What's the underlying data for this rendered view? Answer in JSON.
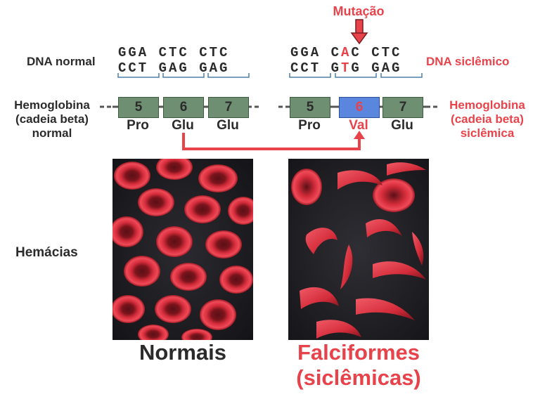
{
  "mutation_label": "Mutação",
  "dna_normal_label": "DNA normal",
  "dna_sickle_label": "DNA siclêmico",
  "normal_dna": {
    "top": "GGA CTC CTC",
    "bottom": "CCT GAG GAG"
  },
  "sickle_dna": {
    "top_pre": "GGA C",
    "top_mut": "A",
    "top_post": "C CTC",
    "bottom_pre": "CCT G",
    "bottom_mut": "T",
    "bottom_post": "G GAG"
  },
  "hb_normal_label": {
    "line1": "Hemoglobina",
    "line2": "(cadeia beta)",
    "line3": "normal"
  },
  "hb_sickle_label": {
    "line1": "Hemoglobina",
    "line2": "(cadeia beta)",
    "line3": "siclêmica"
  },
  "normal_chain": [
    {
      "position": "5",
      "amino_acid": "Pro"
    },
    {
      "position": "6",
      "amino_acid": "Glu"
    },
    {
      "position": "7",
      "amino_acid": "Glu"
    }
  ],
  "sickle_chain": [
    {
      "position": "5",
      "amino_acid": "Pro"
    },
    {
      "position": "6",
      "amino_acid": "Val"
    },
    {
      "position": "7",
      "amino_acid": "Glu"
    }
  ],
  "cells_label": "Hemácias",
  "normal_caption": "Normais",
  "sickle_caption": {
    "line1": "Falciformes",
    "line2": "(siclêmicas)"
  },
  "colors": {
    "accent_red": "#e8434b",
    "text_dark": "#2b2b2b",
    "codon_box_green": "#6f8f72",
    "mutant_box_blue": "#5a86dd",
    "chain_line": "#555555",
    "bracket_blue": "#4d7fa8",
    "photo_bg": "#1c1c20",
    "cell_red": "#d42c3a"
  }
}
